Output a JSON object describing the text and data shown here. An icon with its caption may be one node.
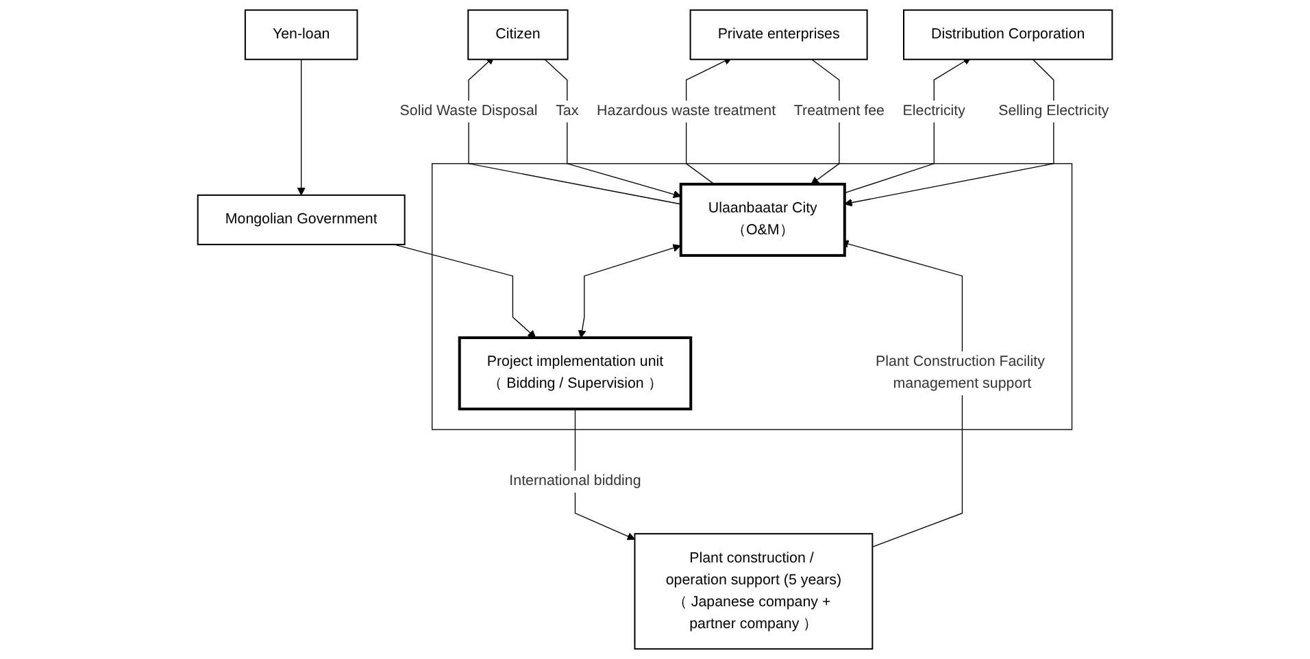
{
  "diagram": {
    "nodes": [
      {
        "text": [
          "Citizen"
        ]
      },
      {
        "text": [
          "Private enterprises"
        ]
      },
      {
        "text": [
          "Distribution Corporation"
        ]
      },
      {
        "text": [
          "Yen-loan"
        ]
      },
      {
        "text": [
          "Mongolian Government"
        ]
      },
      {
        "text": [],
        "shape": "box"
      },
      {
        "text": [
          "Ulaanbaatar City",
          "（O&M）"
        ],
        "in": 5
      },
      {
        "text": [
          "Project implementation unit",
          "（ Bidding / Supervision ）"
        ],
        "in": 5
      },
      {
        "text": [
          "Plant construction / operation support (5 years)",
          "（ Japanese company + partner company ）"
        ]
      }
    ],
    "edges": [
      {
        "from": 6,
        "to": 0,
        "arrow": "to",
        "label": "Solid Waste Disposal"
      },
      {
        "from": 0,
        "to": 6,
        "arrow": "to",
        "label": "Tax"
      },
      {
        "from": 6,
        "to": 1,
        "arrow": "to",
        "label": "Hazardous waste treatment"
      },
      {
        "from": 1,
        "to": 6,
        "arrow": "to",
        "label": "Treatment fee"
      },
      {
        "from": 6,
        "to": 2,
        "arrow": "to",
        "label": "Electricity"
      },
      {
        "from": 2,
        "to": 6,
        "arrow": "to",
        "label": "Selling Electricity"
      },
      {
        "from": 3,
        "to": 4,
        "arrow": "to"
      },
      {
        "from": 4,
        "to": 7,
        "arrow": "to"
      },
      {
        "from": 6,
        "to": 7,
        "arrow": "both"
      },
      {
        "from": 7,
        "to": 8,
        "arrow": "to",
        "label": "International bidding"
      },
      {
        "from": 8,
        "to": 6,
        "arrow": "to",
        "label": "Plant Construction Facility management support"
      }
    ]
  }
}
